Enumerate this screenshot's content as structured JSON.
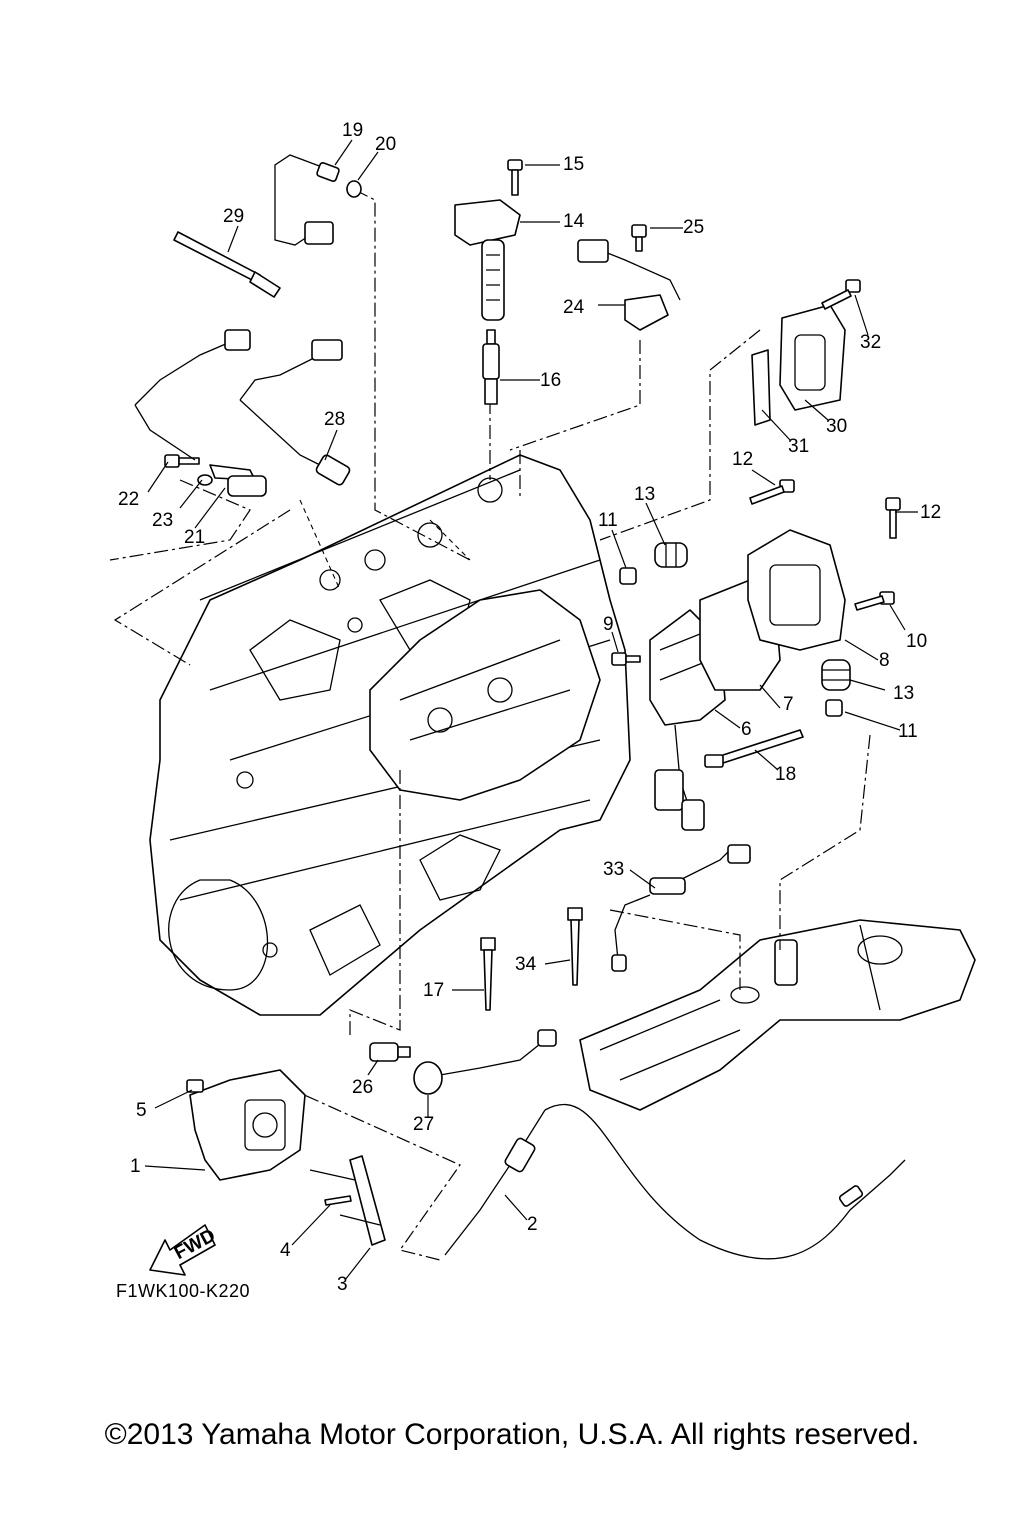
{
  "diagram": {
    "code": "F1WK100-K220",
    "fwd_label": "FWD",
    "copyright": "©2013 Yamaha Motor Corporation, U.S.A. All rights reserved.",
    "callouts": [
      "1",
      "2",
      "3",
      "4",
      "5",
      "6",
      "7",
      "8",
      "9",
      "10",
      "11",
      "11",
      "12",
      "12",
      "13",
      "13",
      "14",
      "15",
      "16",
      "17",
      "18",
      "19",
      "20",
      "21",
      "22",
      "23",
      "24",
      "25",
      "26",
      "27",
      "28",
      "29",
      "30",
      "31",
      "32",
      "33",
      "34"
    ]
  }
}
